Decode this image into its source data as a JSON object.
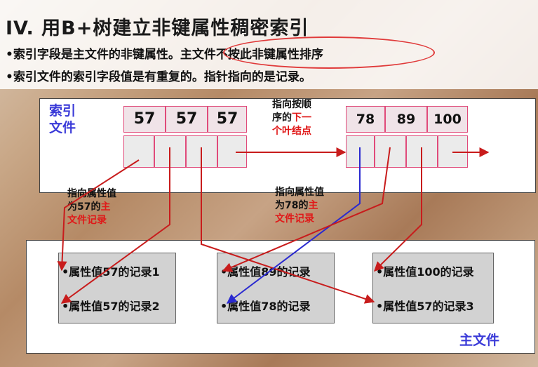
{
  "title": "IV. 用B+树建立非键属性稠密索引",
  "bullets": [
    "•索引字段是主文件的非键属性。主文件不按此非键属性排序",
    "•索引文件的索引字段值是有重复的。指针指向的是记录。"
  ],
  "index_file": {
    "label_line1": "索引",
    "label_line2": "文件",
    "leaf1_keys": [
      "57",
      "57",
      "57"
    ],
    "leaf2_keys": [
      "78",
      "89",
      "100"
    ]
  },
  "annotations": {
    "next_leaf": {
      "line1": "指向按顺",
      "line2_black": "序的",
      "line2_red": "下一",
      "line3_red": "个叶结点"
    },
    "ptr57": {
      "line1": "指向属性值",
      "line2_black": "为57的",
      "line2_red": "主",
      "line3_red": "文件记录"
    },
    "ptr78": {
      "line1": "指向属性值",
      "line2_black": "为78的",
      "line2_red": "主",
      "line3_red": "文件记录"
    }
  },
  "main_file": {
    "label": "主文件",
    "blocks": [
      {
        "rec1": "•属性值57的记录1",
        "rec2": "•属性值57的记录2"
      },
      {
        "rec1": "•属性值89的记录",
        "rec2": "•属性值78的记录"
      },
      {
        "rec1": "•属性值100的记录",
        "rec2": "•属性值57的记录3"
      }
    ]
  },
  "colors": {
    "label_blue": "#3a3ad8",
    "pointer_red": "#c81c1c",
    "pointer_blue": "#2a2ad0",
    "cell_border": "#e04a7a",
    "emphasis_red": "#e01818"
  }
}
